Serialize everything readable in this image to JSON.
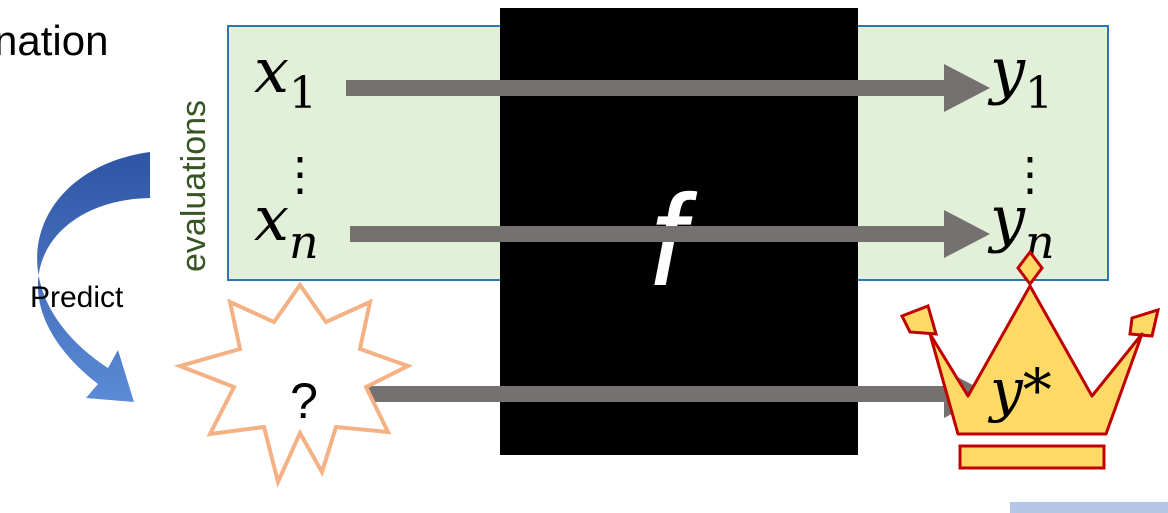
{
  "title_fragment": "nation",
  "side_label": "evaluations",
  "predict_label": "Predict",
  "black_box": {
    "label": "f"
  },
  "inputs": {
    "first": "x",
    "first_sub": "1",
    "last": "x",
    "last_sub": "n",
    "dots": "⋮",
    "query": "?"
  },
  "outputs": {
    "first": "y",
    "first_sub": "1",
    "last": "y",
    "last_sub": "n",
    "dots": "⋮",
    "best": "y*"
  },
  "colors": {
    "eval_box_fill": "#e2efd9",
    "eval_box_stroke": "#2e75b6",
    "arrow": "#767171",
    "side_label": "#375623",
    "curved_arrow": "#4472c4",
    "star_stroke": "#f4b183",
    "crown_fill": "#ffd966",
    "crown_stroke": "#c00000",
    "corner_box": "#b4c7e7"
  },
  "icons": [
    "curved-arrow-icon",
    "star-icon",
    "crown-icon"
  ]
}
